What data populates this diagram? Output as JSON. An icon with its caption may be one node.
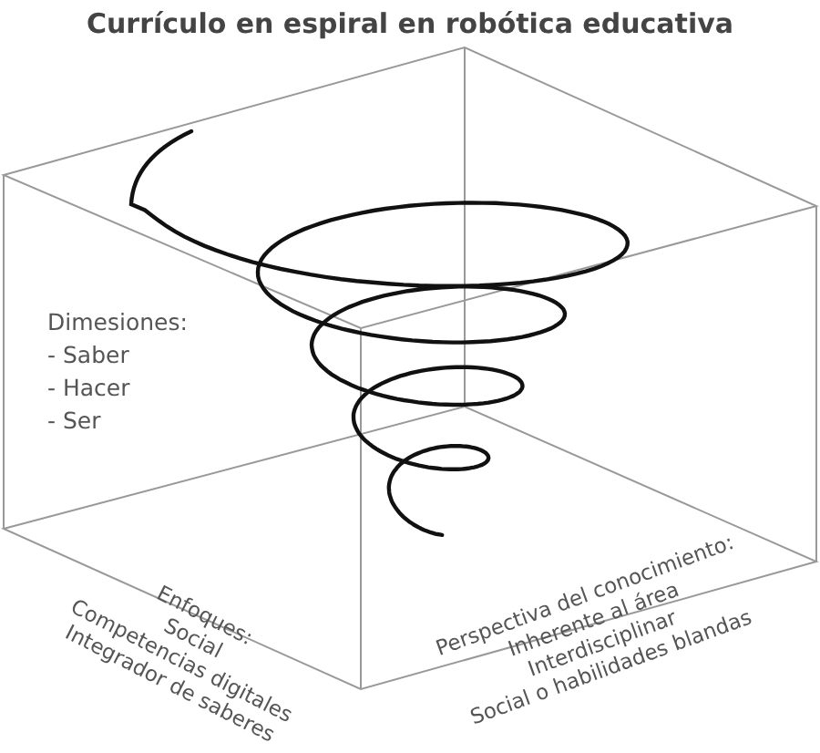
{
  "diagram": {
    "title": "Currículo en espiral en robótica educativa",
    "labels": [
      "Dimesiones:",
      "- Saber",
      "- Hacer",
      "- Ser",
      "Enfoques:",
      "Social",
      "Competencias digitales",
      "Integrador de saberes",
      "Perspectiva del conocimiento:",
      "Inherente al área",
      "Interdisciplinar",
      "Social o habilidades blandas"
    ]
  }
}
